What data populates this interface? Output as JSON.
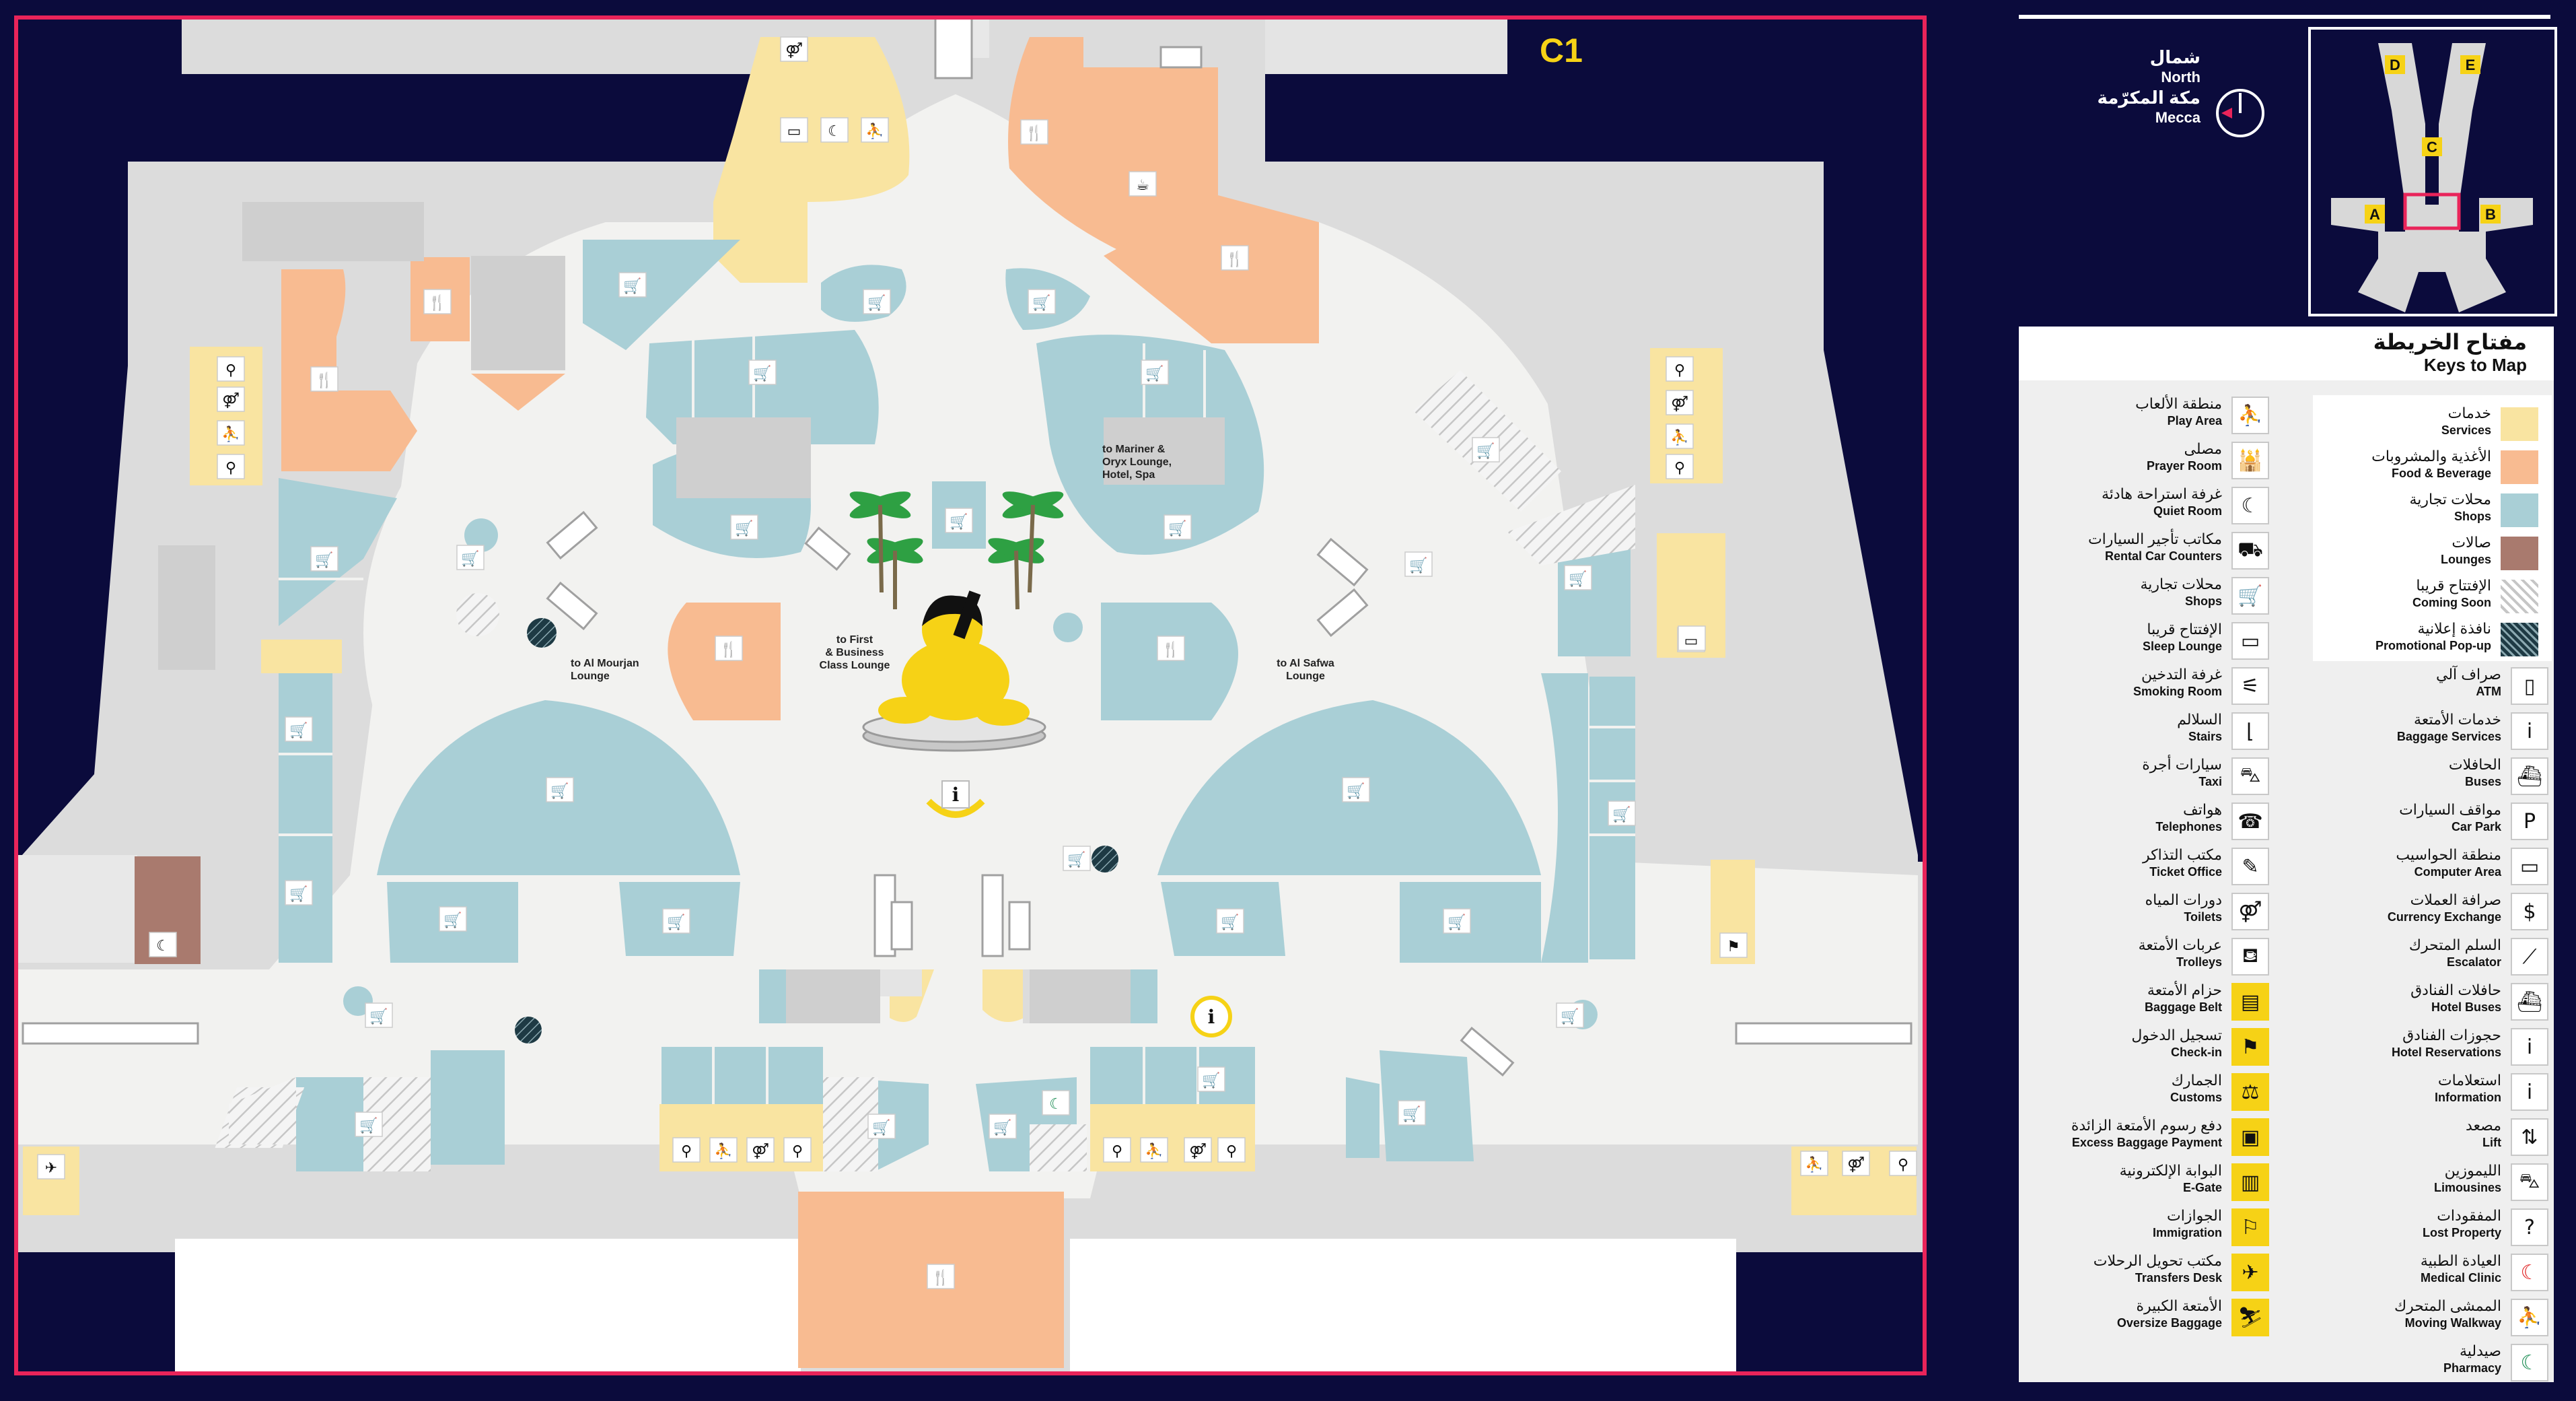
{
  "map": {
    "zone_code": "C1",
    "colors": {
      "background": "#0b0b3c",
      "outline": "#e9245a",
      "floor": "#dcdcdc",
      "walkway": "#f2f2f0",
      "services": "#f9e4a1",
      "food": "#f8bb91",
      "shops": "#a9cfd6",
      "lounges": "#a97a6e",
      "accent": "#f6d216"
    },
    "labels": {
      "mariner": [
        "to Mariner &",
        "Oryx Lounge,",
        "Hotel, Spa"
      ],
      "first_class": [
        "to First",
        "& Business",
        "Class Lounge"
      ],
      "al_mourjan": [
        "to Al Mourjan",
        "Lounge"
      ],
      "al_safwa": [
        "to Al Safwa",
        "Lounge"
      ]
    }
  },
  "compass": {
    "north_ar": "شمال",
    "north_en": "North",
    "mecca_ar": "مكة المكرّمة",
    "mecca_en": "Mecca"
  },
  "overview": {
    "labels": [
      "A",
      "B",
      "C",
      "D",
      "E"
    ]
  },
  "legend": {
    "title_ar": "مفتاح الخريطة",
    "title_en": "Keys to Map",
    "swatches": [
      {
        "ar": "خدمات",
        "en": "Services",
        "color": "#f9e4a1"
      },
      {
        "ar": "الأغذية والمشروبات",
        "en": "Food & Beverage",
        "color": "#f8bb91"
      },
      {
        "ar": "محلات تجارية",
        "en": "Shops",
        "color": "#a9cfd6"
      },
      {
        "ar": "صالات",
        "en": "Lounges",
        "color": "#a97a6e"
      },
      {
        "ar": "الإفتتاح قريبا",
        "en": "Coming Soon",
        "color": "hatch"
      },
      {
        "ar": "نافذة إعلانية",
        "en": "Promotional Pop-up",
        "color": "dark-hatch"
      }
    ],
    "left_items": [
      {
        "ar": "منطقة الألعاب",
        "en": "Play Area",
        "icon": "play-area-icon",
        "glyph": "⛹",
        "style": "white"
      },
      {
        "ar": "مصلى",
        "en": "Prayer Room",
        "icon": "prayer-room-icon",
        "glyph": "🕌",
        "style": "white"
      },
      {
        "ar": "غرفة استراحة هادئة",
        "en": "Quiet Room",
        "icon": "quiet-room-icon",
        "glyph": "☾",
        "style": "white"
      },
      {
        "ar": "مكاتب تأجير السيارات",
        "en": "Rental Car Counters",
        "icon": "rental-car-icon",
        "glyph": "⛟",
        "style": "white"
      },
      {
        "ar": "محلات تجارية",
        "en": "Shops",
        "icon": "shop-icon",
        "glyph": "🛒",
        "style": "white"
      },
      {
        "ar": "الإفتتاح قريبا",
        "en": "Sleep Lounge",
        "icon": "sleep-lounge-icon",
        "glyph": "▭",
        "style": "white"
      },
      {
        "ar": "غرفة التدخين",
        "en": "Smoking Room",
        "icon": "smoking-room-icon",
        "glyph": "⚟",
        "style": "white"
      },
      {
        "ar": "السلالم",
        "en": "Stairs",
        "icon": "stairs-icon",
        "glyph": "⌊",
        "style": "white"
      },
      {
        "ar": "سيارات أجرة",
        "en": "Taxi",
        "icon": "taxi-icon",
        "glyph": "⛍",
        "style": "white"
      },
      {
        "ar": "هواتف",
        "en": "Telephones",
        "icon": "telephone-icon",
        "glyph": "☎",
        "style": "white"
      },
      {
        "ar": "مكتب التذاكر",
        "en": "Ticket Office",
        "icon": "ticket-office-icon",
        "glyph": "✎",
        "style": "white"
      },
      {
        "ar": "دورات المياه",
        "en": "Toilets",
        "icon": "toilets-icon",
        "glyph": "⚤",
        "style": "white"
      },
      {
        "ar": "عربات الأمتعة",
        "en": "Trolleys",
        "icon": "trolley-icon",
        "glyph": "⛾",
        "style": "white"
      },
      {
        "ar": "حزام الأمتعة",
        "en": "Baggage Belt",
        "icon": "baggage-belt-icon",
        "glyph": "▤",
        "style": "yellow"
      },
      {
        "ar": "تسجيل الدخول",
        "en": "Check-in",
        "icon": "check-in-icon",
        "glyph": "⚑",
        "style": "yellow"
      },
      {
        "ar": "الجمارك",
        "en": "Customs",
        "icon": "customs-icon",
        "glyph": "⚖",
        "style": "yellow"
      },
      {
        "ar": "دفع رسوم الأمتعة الزائدة",
        "en": "Excess Baggage Payment",
        "icon": "excess-baggage-icon",
        "glyph": "▣",
        "style": "yellow"
      },
      {
        "ar": "البوابة الإلكترونية",
        "en": "E-Gate",
        "icon": "e-gate-icon",
        "glyph": "▥",
        "style": "yellow"
      },
      {
        "ar": "الجوازات",
        "en": "Immigration",
        "icon": "immigration-icon",
        "glyph": "⚐",
        "style": "yellow"
      },
      {
        "ar": "مكتب تحويل الرحلات",
        "en": "Transfers Desk",
        "icon": "transfers-desk-icon",
        "glyph": "✈",
        "style": "yellow"
      },
      {
        "ar": "الأمتعة الكبيرة",
        "en": "Oversize Baggage",
        "icon": "oversize-baggage-icon",
        "glyph": "⛷",
        "style": "yellow"
      }
    ],
    "right_items": [
      {
        "ar": "صراف آلي",
        "en": "ATM",
        "icon": "atm-icon",
        "glyph": "▯",
        "style": "white"
      },
      {
        "ar": "خدمات الأمتعة",
        "en": "Baggage Services",
        "icon": "baggage-services-icon",
        "glyph": "i",
        "style": "white"
      },
      {
        "ar": "الحافلات",
        "en": "Buses",
        "icon": "bus-icon",
        "glyph": "⛴",
        "style": "white"
      },
      {
        "ar": "مواقف السيارات",
        "en": "Car Park",
        "icon": "car-park-icon",
        "glyph": "P",
        "style": "white"
      },
      {
        "ar": "منطقة الحواسيب",
        "en": "Computer Area",
        "icon": "computer-area-icon",
        "glyph": "▭",
        "style": "white"
      },
      {
        "ar": "صرافة العملات",
        "en": "Currency Exchange",
        "icon": "currency-exchange-icon",
        "glyph": "$",
        "style": "white"
      },
      {
        "ar": "السلم المتحرك",
        "en": "Escalator",
        "icon": "escalator-icon",
        "glyph": "⟋",
        "style": "white"
      },
      {
        "ar": "حافلات الفنادق",
        "en": "Hotel Buses",
        "icon": "hotel-buses-icon",
        "glyph": "⛴",
        "style": "white"
      },
      {
        "ar": "حجوزات الفنادق",
        "en": "Hotel Reservations",
        "icon": "hotel-reservations-icon",
        "glyph": "i",
        "style": "white"
      },
      {
        "ar": "استعلامات",
        "en": "Information",
        "icon": "information-icon",
        "glyph": "i",
        "style": "white"
      },
      {
        "ar": "مصعد",
        "en": "Lift",
        "icon": "lift-icon",
        "glyph": "⇅",
        "style": "white"
      },
      {
        "ar": "الليموزين",
        "en": "Limousines",
        "icon": "limousine-icon",
        "glyph": "⛍",
        "style": "white"
      },
      {
        "ar": "المفقودات",
        "en": "Lost Property",
        "icon": "lost-property-icon",
        "glyph": "?",
        "style": "white"
      },
      {
        "ar": "العيادة الطبية",
        "en": "Medical Clinic",
        "icon": "medical-clinic-icon",
        "glyph": "☾",
        "style": "white-red"
      },
      {
        "ar": "الممشى المتحرك",
        "en": "Moving Walkway",
        "icon": "moving-walkway-icon",
        "glyph": "⛹",
        "style": "white"
      },
      {
        "ar": "صيدلية",
        "en": "Pharmacy",
        "icon": "pharmacy-icon",
        "glyph": "☾",
        "style": "white-green"
      }
    ]
  }
}
